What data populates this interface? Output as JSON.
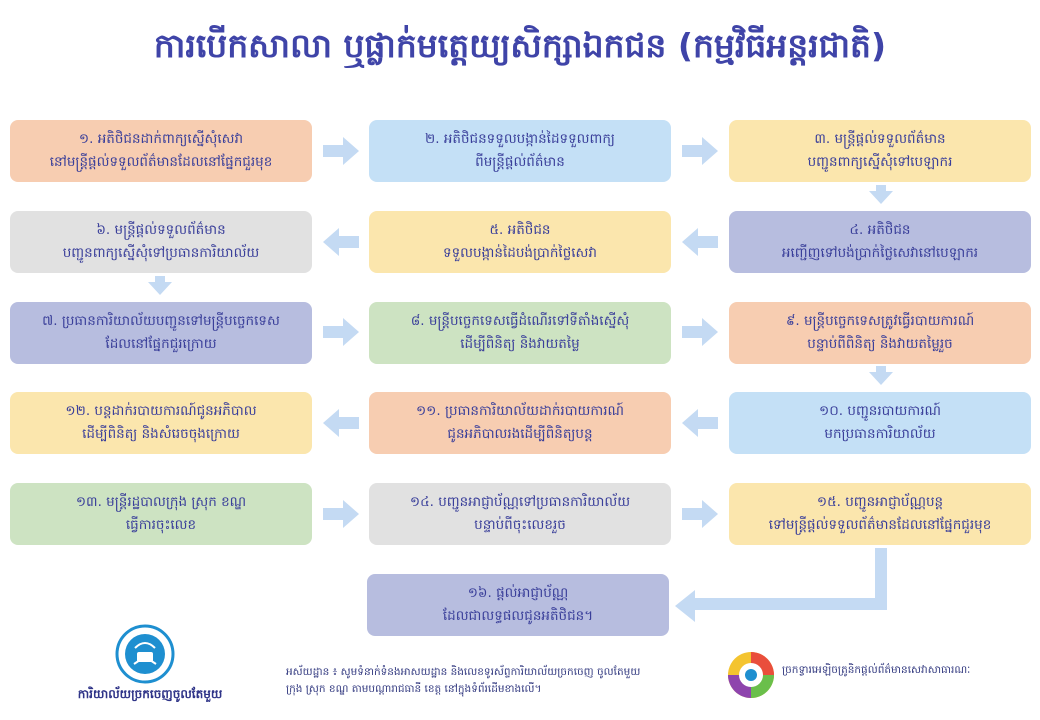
{
  "title": "ការបើកសាលា ឬផ្លាក់មត្តេយ្យសិក្សាឯកជន (កម្មវិធីអន្តរជាតិ)",
  "steps": [
    {
      "line1": "១. អតិថិជនដាក់ពាក្យស្នើសុំសេវា",
      "line2": "នៅមន្ត្រីផ្តល់ទទួលព័ត៌មានដែលនៅផ្នែកជួរមុខ",
      "color": "#f7cdb1"
    },
    {
      "line1": "២. អតិថិជនទទួលបង្កាន់ដៃទទួលពាក្យ",
      "line2": "ពីមន្ត្រីផ្តល់ព័ត៌មាន",
      "color": "#c4e0f6"
    },
    {
      "line1": "៣. មន្ត្រីផ្តល់ទទួលព័ត៌មាន",
      "line2": "បញ្ជូនពាក្យស្នើសុំទៅបេឡាករ",
      "color": "#fbe6ad"
    },
    {
      "line1": "៤. អតិថិជន",
      "line2": "អញ្ជើញទៅបង់ប្រាក់ថ្លៃសេវានៅបេឡាករ",
      "color": "#b7bddf"
    },
    {
      "line1": "៥. អតិថិជន",
      "line2": "ទទួលបង្កាន់ដៃបង់ប្រាក់ថ្លៃសេវា",
      "color": "#fbe6ad"
    },
    {
      "line1": "៦. មន្ត្រីផ្តល់ទទួលព័ត៌មាន",
      "line2": "បញ្ជូនពាក្យស្នើសុំទៅប្រធានការិយាល័យ",
      "color": "#e1e1e1"
    },
    {
      "line1": "៧. ប្រធានការិយាល័យបញ្ជូនទៅមន្ត្រីបច្ចេកទេស",
      "line2": "ដែលនៅផ្នែកជួរក្រោយ",
      "color": "#b7bddf"
    },
    {
      "line1": "៨. មន្ត្រីបច្ចេកទេសធ្វើដំណើរទៅទីតាំងស្នើសុំ",
      "line2": "ដើម្បីពិនិត្យ និងវាយតម្លៃ",
      "color": "#cde3c2"
    },
    {
      "line1": "៩. មន្ត្រីបច្ចេកទេសត្រូវធ្វើរបាយការណ៍",
      "line2": "បន្ទាប់ពីពិនិត្យ និងវាយតម្លៃរួច",
      "color": "#f7cdb1"
    },
    {
      "line1": "១០. បញ្ជូនរបាយការណ៍",
      "line2": "មកប្រធានការិយាល័យ",
      "color": "#c4e0f6"
    },
    {
      "line1": "១១. ប្រធានការិយាល័យដាក់របាយការណ៍",
      "line2": "ជូនអភិបាលរងដើម្បីពិនិត្យបន្ត",
      "color": "#f7cdb1"
    },
    {
      "line1": "១២. បន្តដាក់របាយការណ៍ជូនអភិបាល",
      "line2": "ដើម្បីពិនិត្យ និងសំរេចចុងក្រោយ",
      "color": "#fbe6ad"
    },
    {
      "line1": "១៣. មន្ត្រីរដ្ឋបាលក្រុង ស្រុក ខណ្ឌ",
      "line2": "ធ្វើការចុះលេខ",
      "color": "#cde3c2"
    },
    {
      "line1": "១៤. បញ្ជូនអាជ្ញាប័ណ្ណទៅប្រធានការិយាល័យ",
      "line2": "បន្ទាប់ពីចុះលេខរួច",
      "color": "#e1e1e1"
    },
    {
      "line1": "១៥. បញ្ជូនអាជ្ញាប័ណ្ណបន្ត",
      "line2": "ទៅមន្ត្រីផ្តល់ទទួលព័ត៌មានដែលនៅផ្នែកជួរមុខ",
      "color": "#fbe6ad"
    },
    {
      "line1": "១៦. ផ្តល់អាជ្ញាប័ណ្ណ",
      "line2": "ដែលជាលទ្ធផលជូនអតិថិជន។",
      "color": "#b7bddf"
    }
  ],
  "arrow_color": "#c4daf3",
  "footer": {
    "org_name": "ការិយាល័យច្រកចេញចូលតែមួយ",
    "note_line1": "អស័យដ្ឋាន ៖ សូមទំនាក់ទំនងអាសយដ្ឋាន និងលេខទូរស័ព្ទការិយាល័យច្រកចេញ ចូលតែមួយ",
    "note_line2": "ក្រុង ស្រុក ខណ្ឌ តាមបណ្តារាជធានី ខេត្ត នៅក្នុងទំព័រដើមខាងលើ។",
    "program_text": "ច្រកទ្វារអេឡិចត្រូនិកផ្តល់ព័ត៌មានសេវាសាធារណៈ"
  }
}
